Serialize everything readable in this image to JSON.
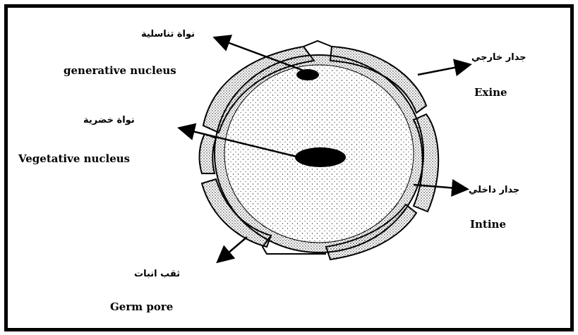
{
  "labels": {
    "generative_ar": "نواة تناسلية",
    "generative_en": "generative nucleus",
    "vegetative_ar": "نواة خضرية",
    "vegetative_en": "Vegetative nucleus",
    "exine_ar": "جدار خارجي",
    "exine_en": "Exine",
    "intine_ar": "جدار داخلي",
    "intine_en": "Intine",
    "germpore_ar": "ثقب انبات",
    "germpore_en": "Germ pore"
  }
}
